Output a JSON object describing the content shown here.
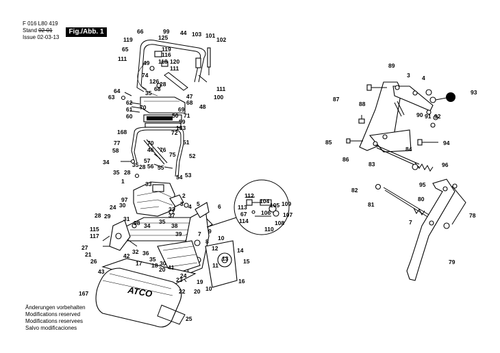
{
  "header": {
    "doc_number": "F 016 L80 419",
    "stand_label": "Stand",
    "stand_value": "02-01",
    "issue_label": "Issue",
    "issue_value": "02-03-13",
    "figure_label": "Fig./Abb. 1"
  },
  "footer": {
    "lines": [
      "Änderungen vorbehalten",
      "Modifications reserved",
      "Modifications reservees",
      "Salvo modificaciones"
    ]
  },
  "brand_text": "ATCO",
  "labels": [
    "66",
    "99",
    "44",
    "103",
    "101",
    "102",
    "119",
    "125",
    "65",
    "119",
    "116",
    "111",
    "49",
    "118",
    "120",
    "111",
    "74",
    "126",
    "28",
    "35",
    "68",
    "111",
    "100",
    "64",
    "63",
    "62",
    "47",
    "70",
    "68",
    "61",
    "69",
    "48",
    "60",
    "50",
    "71",
    "59",
    "133",
    "168",
    "72",
    "77",
    "70",
    "51",
    "46",
    "76",
    "58",
    "52",
    "34",
    "57",
    "75",
    "35",
    "28",
    "56",
    "55",
    "35",
    "28",
    "54",
    "53",
    "1",
    "33",
    "2",
    "97",
    "3",
    "4",
    "5",
    "6",
    "24",
    "30",
    "28",
    "29",
    "31",
    "98",
    "34",
    "33",
    "37",
    "35",
    "38",
    "39",
    "7",
    "9",
    "115",
    "117",
    "10",
    "8",
    "12",
    "27",
    "21",
    "32",
    "36",
    "42",
    "35",
    "17",
    "18",
    "30",
    "41",
    "20",
    "11",
    "26",
    "13",
    "14",
    "15",
    "16",
    "43",
    "23",
    "24",
    "19",
    "22",
    "20",
    "10",
    "167",
    "25",
    "112",
    "104",
    "113",
    "105",
    "109",
    "67",
    "106",
    "107",
    "114",
    "108",
    "110",
    "89",
    "3",
    "4",
    "93",
    "87",
    "88",
    "90",
    "91",
    "92",
    "85",
    "94",
    "84",
    "86",
    "83",
    "96",
    "95",
    "82",
    "80",
    "81",
    "78",
    "7",
    "79"
  ],
  "icons": {
    "cable_tie": "cable-tie-icon",
    "bolt": "bolt-icon",
    "knob": "knob-icon",
    "spring": "spring-icon"
  }
}
